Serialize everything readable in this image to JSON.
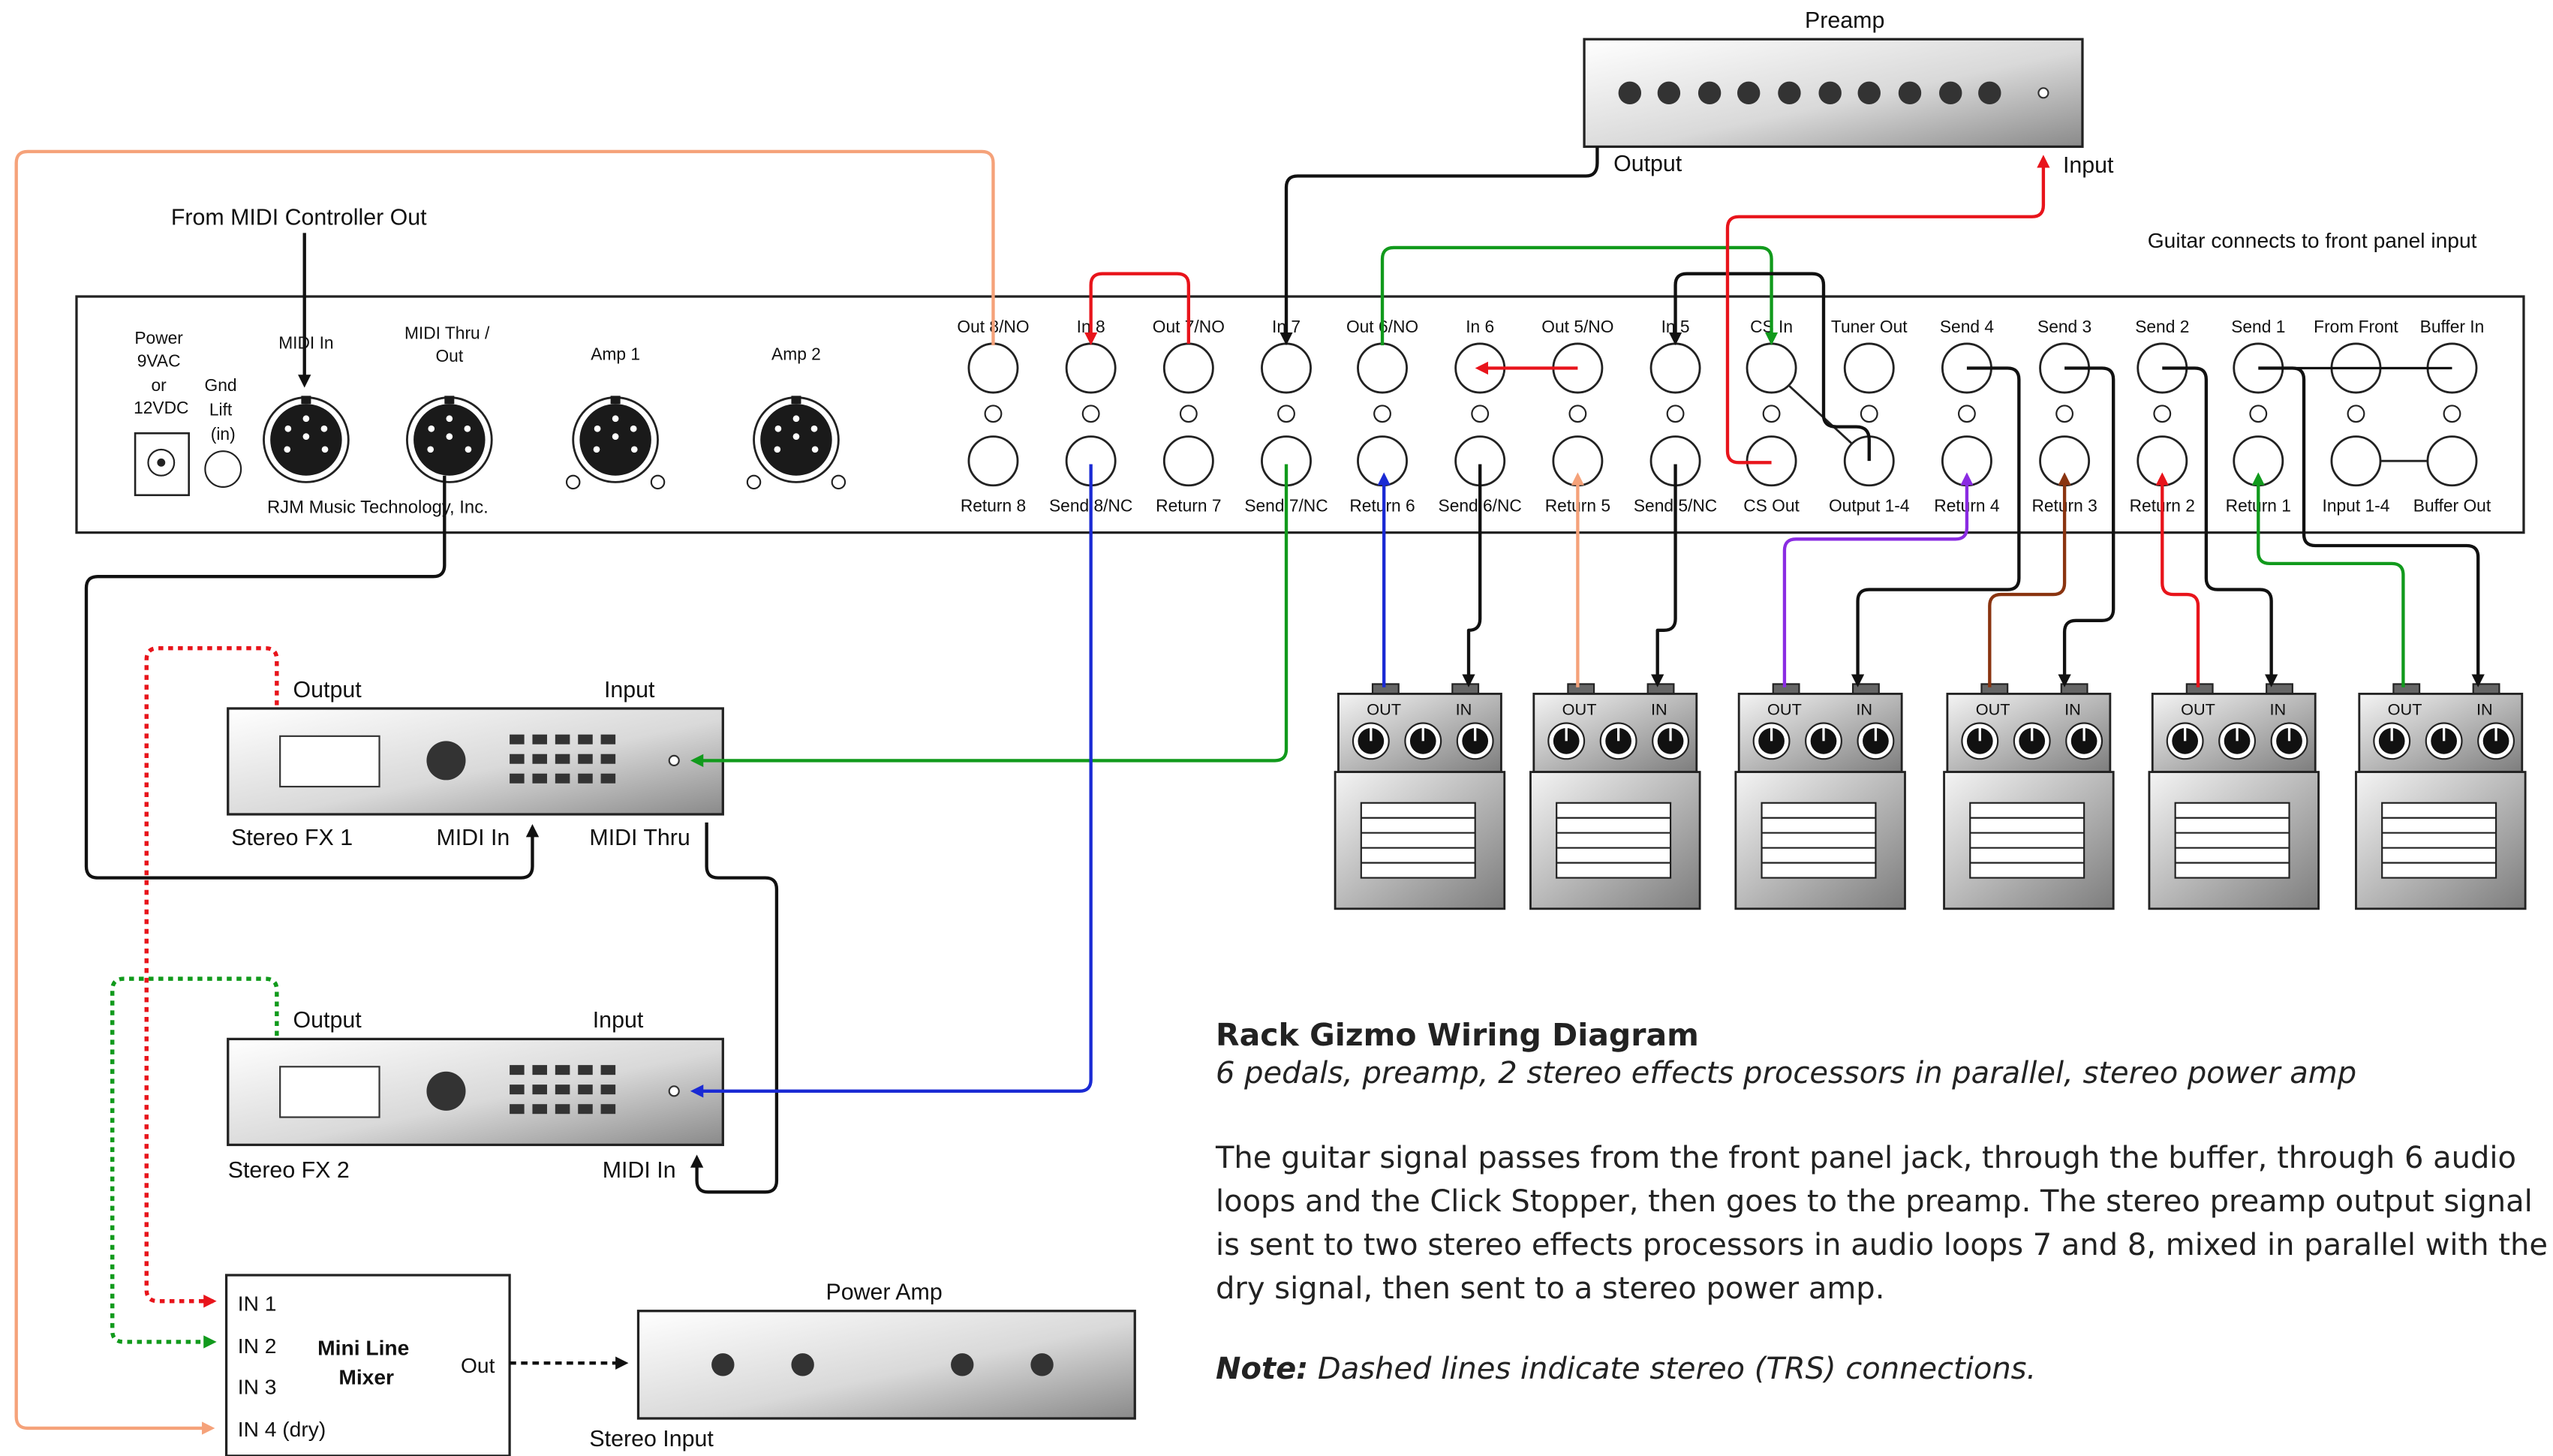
{
  "external_labels": {
    "preamp": "Preamp",
    "preamp_output": "Output",
    "preamp_input": "Input",
    "midi_from": "From MIDI Controller Out",
    "guitar": "Guitar connects to front panel input",
    "power_amp": "Power Amp",
    "power_amp_input": "Stereo Input"
  },
  "rack": {
    "power": [
      "Power",
      "9VAC",
      "or",
      "12VDC"
    ],
    "gnd_lift": [
      "Gnd",
      "Lift",
      "(in)"
    ],
    "midi_in": "MIDI In",
    "midi_thru": [
      "MIDI Thru /",
      "Out"
    ],
    "amp1": "Amp 1",
    "amp2": "Amp 2",
    "maker": "RJM Music Technology, Inc.",
    "top_labels": [
      "Out 8/NO",
      "In 8",
      "Out 7/NO",
      "In 7",
      "Out 6/NO",
      "In 6",
      "Out 5/NO",
      "In 5",
      "CS In",
      "Tuner Out",
      "Send 4",
      "Send 3",
      "Send 2",
      "Send 1",
      "From Front",
      "Buffer In"
    ],
    "bottom_labels": [
      "Return 8",
      "Send 8/NC",
      "Return 7",
      "Send 7/NC",
      "Return 6",
      "Send 6/NC",
      "Return 5",
      "Send 5/NC",
      "CS Out",
      "Output 1-4",
      "Return 4",
      "Return 3",
      "Return 2",
      "Return 1",
      "Input 1-4",
      "Buffer Out"
    ]
  },
  "pedals": {
    "out": "OUT",
    "in": "IN"
  },
  "fx1": {
    "output": "Output",
    "input": "Input",
    "name": "Stereo FX 1",
    "midi_in": "MIDI In",
    "midi_thru": "MIDI Thru"
  },
  "fx2": {
    "output": "Output",
    "input": "Input",
    "name": "Stereo FX 2",
    "midi_in": "MIDI In"
  },
  "mixer": {
    "inputs": [
      "IN 1",
      "IN 2",
      "IN 3",
      "IN 4 (dry)"
    ],
    "title": [
      "Mini Line",
      "Mixer"
    ],
    "out": "Out"
  },
  "description": {
    "title": "Rack Gizmo Wiring Diagram",
    "subtitle": "6 pedals, preamp, 2 stereo effects processors in parallel, stereo power amp",
    "body": "The guitar signal passes from the front panel jack, through the buffer, through 6 audio loops and the Click Stopper, then goes to the preamp. The stereo preamp output signal is sent to two stereo effects processors in audio loops 7 and 8, mixed in parallel with the dry signal, then sent to a stereo power amp.",
    "note_label": "Note:",
    "note_text": " Dashed lines indicate stereo (TRS) connections."
  },
  "colors": {
    "red": "#e8141b",
    "green": "#119a1c",
    "blue": "#1a2ad4",
    "orange": "#f5a27a",
    "purple": "#8a2be2",
    "brown": "#8a3410",
    "black": "#111111"
  }
}
